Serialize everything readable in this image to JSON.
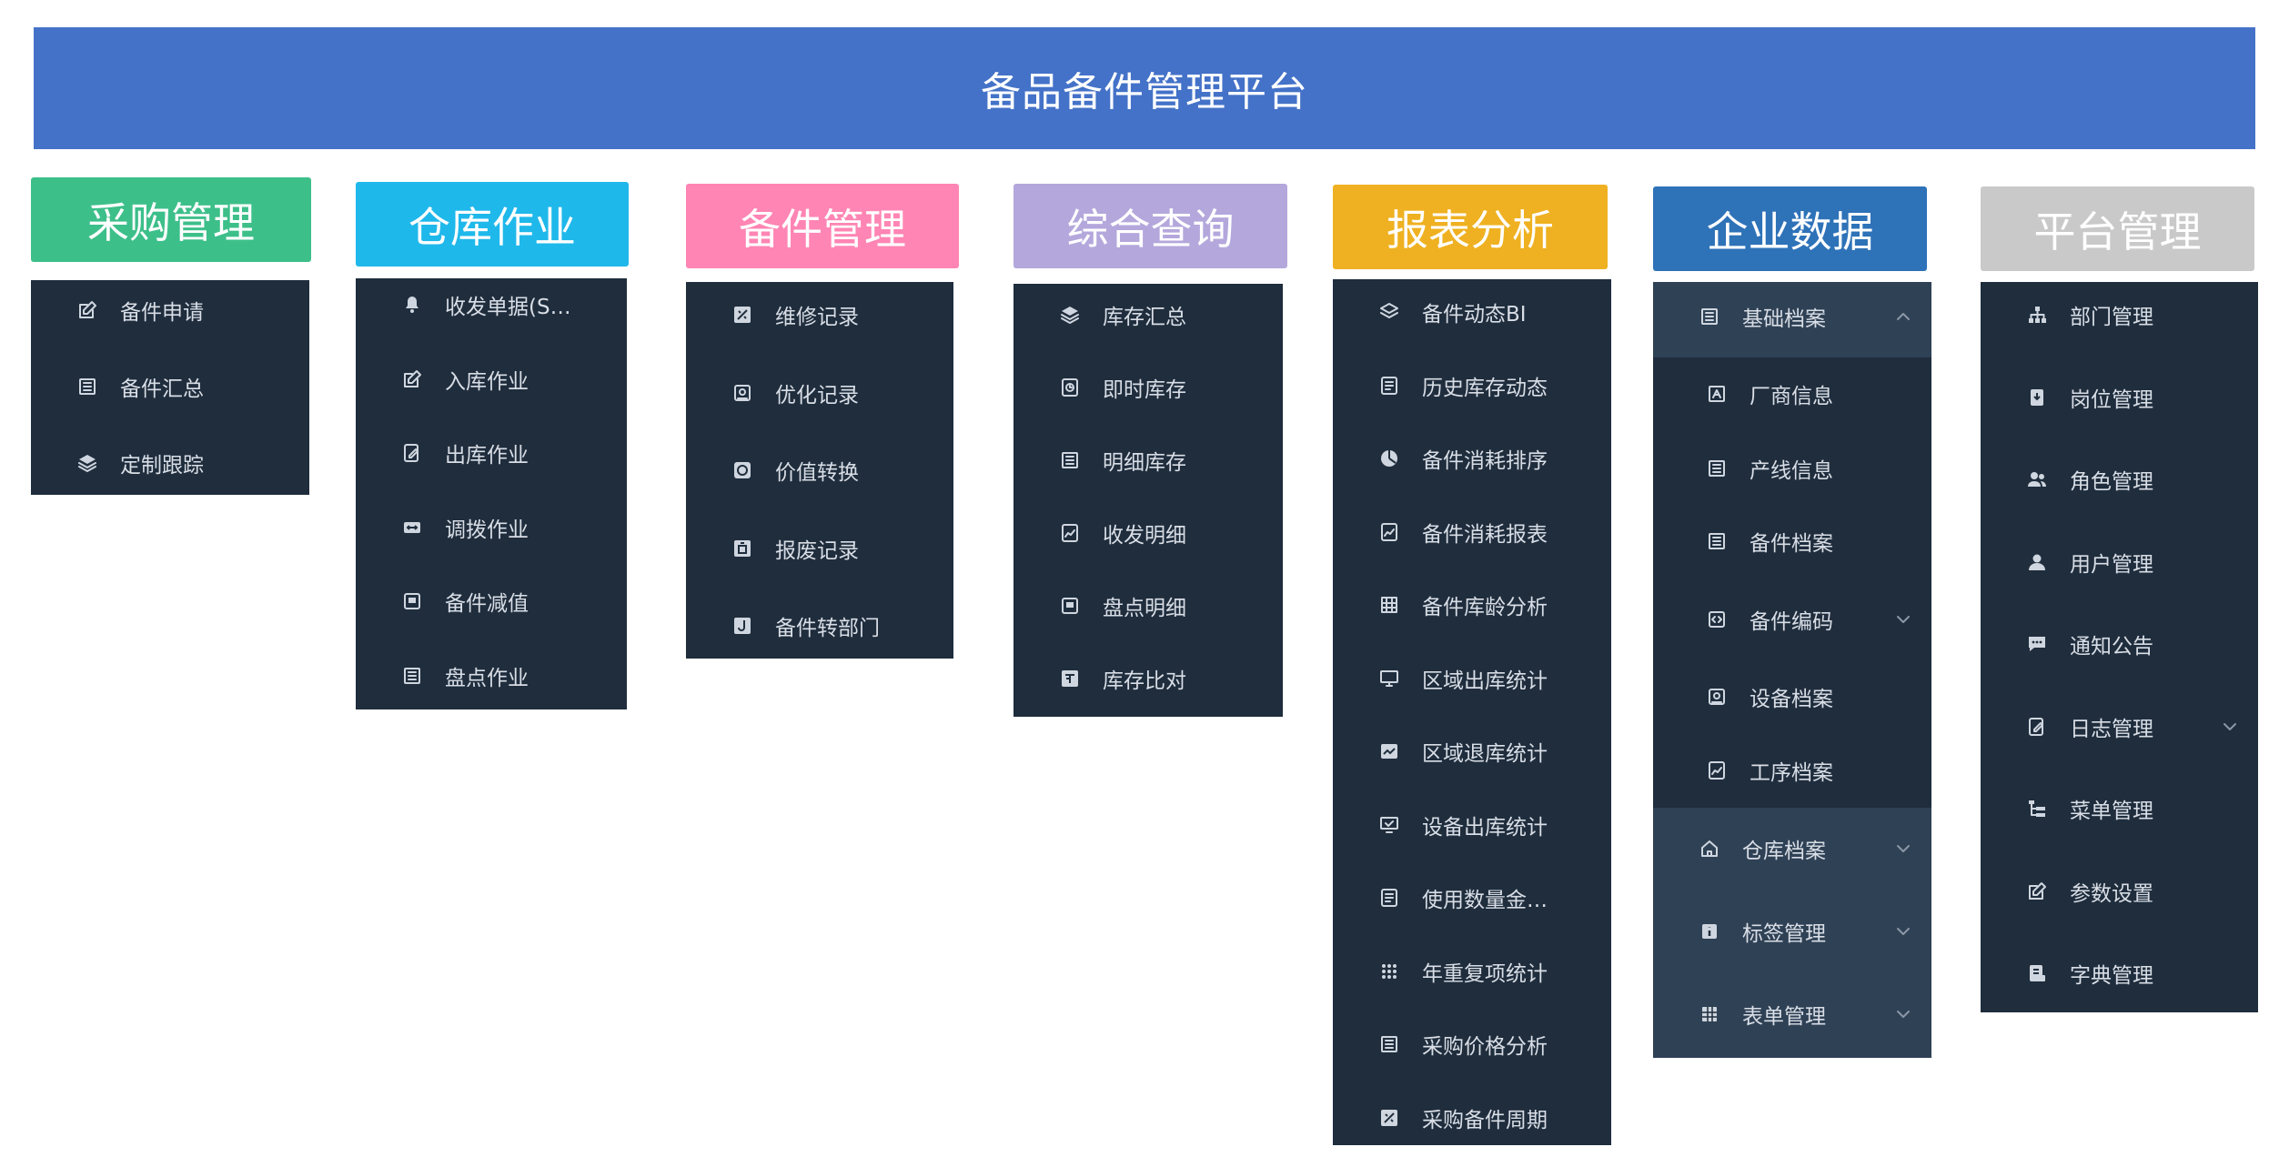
{
  "title": "备品备件管理平台",
  "columns": [
    {
      "header": "采购管理",
      "color": "#3dbf8a",
      "items": [
        {
          "label": "备件申请",
          "icon": "edit-icon"
        },
        {
          "label": "备件汇总",
          "icon": "list-icon"
        },
        {
          "label": "定制跟踪",
          "icon": "layers-icon"
        }
      ]
    },
    {
      "header": "仓库作业",
      "color": "#1fb8eb",
      "items": [
        {
          "label": "收发单据(S…",
          "icon": "bell-icon"
        },
        {
          "label": "入库作业",
          "icon": "edit-icon"
        },
        {
          "label": "出库作业",
          "icon": "edit-doc-icon"
        },
        {
          "label": "调拨作业",
          "icon": "transfer-icon"
        },
        {
          "label": "备件减值",
          "icon": "box-icon"
        },
        {
          "label": "盘点作业",
          "icon": "list-icon"
        }
      ]
    },
    {
      "header": "备件管理",
      "color": "#ff85b4",
      "items": [
        {
          "label": "维修记录",
          "icon": "wrench-icon"
        },
        {
          "label": "优化记录",
          "icon": "image-icon"
        },
        {
          "label": "价值转换",
          "icon": "refresh-icon"
        },
        {
          "label": "报废记录",
          "icon": "trash-icon"
        },
        {
          "label": "备件转部门",
          "icon": "move-icon"
        }
      ]
    },
    {
      "header": "综合查询",
      "color": "#b4a7dc",
      "items": [
        {
          "label": "库存汇总",
          "icon": "layers-icon"
        },
        {
          "label": "即时库存",
          "icon": "clock-doc-icon"
        },
        {
          "label": "明细库存",
          "icon": "list-icon"
        },
        {
          "label": "收发明细",
          "icon": "chart-doc-icon"
        },
        {
          "label": "盘点明细",
          "icon": "box-icon"
        },
        {
          "label": "库存比对",
          "icon": "compare-icon"
        }
      ]
    },
    {
      "header": "报表分析",
      "color": "#efb121",
      "items": [
        {
          "label": "备件动态BI",
          "icon": "layers-outline-icon"
        },
        {
          "label": "历史库存动态",
          "icon": "doc-icon"
        },
        {
          "label": "备件消耗排序",
          "icon": "pie-icon"
        },
        {
          "label": "备件消耗报表",
          "icon": "chart-doc-icon"
        },
        {
          "label": "备件库龄分析",
          "icon": "grid-icon"
        },
        {
          "label": "区域出库统计",
          "icon": "monitor-icon"
        },
        {
          "label": "区域退库统计",
          "icon": "chart-line-icon"
        },
        {
          "label": "设备出库统计",
          "icon": "monitor-check-icon"
        },
        {
          "label": "使用数量金…",
          "icon": "doc-icon"
        },
        {
          "label": "年重复项统计",
          "icon": "dots-grid-icon"
        },
        {
          "label": "采购价格分析",
          "icon": "list-icon"
        },
        {
          "label": "采购备件周期",
          "icon": "wrench-icon"
        }
      ]
    },
    {
      "header": "企业数据",
      "color": "#2e72b8",
      "groups": [
        {
          "label": "基础档案",
          "icon": "list-icon",
          "chevron": "chevron-up-icon",
          "children": [
            {
              "label": "厂商信息",
              "icon": "factory-icon"
            },
            {
              "label": "产线信息",
              "icon": "list-icon"
            },
            {
              "label": "备件档案",
              "icon": "list-icon"
            },
            {
              "label": "备件编码",
              "icon": "code-icon",
              "chevron": "chevron-down-icon"
            },
            {
              "label": "设备档案",
              "icon": "image-icon"
            },
            {
              "label": "工序档案",
              "icon": "chart-doc-icon"
            }
          ]
        },
        {
          "label": "仓库档案",
          "icon": "home-icon",
          "chevron": "chevron-down-icon"
        },
        {
          "label": "标签管理",
          "icon": "info-icon",
          "chevron": "chevron-down-icon"
        },
        {
          "label": "表单管理",
          "icon": "table-icon",
          "chevron": "chevron-down-icon"
        }
      ]
    },
    {
      "header": "平台管理",
      "color": "#c9c9c9",
      "items": [
        {
          "label": "部门管理",
          "icon": "org-icon"
        },
        {
          "label": "岗位管理",
          "icon": "id-badge-icon"
        },
        {
          "label": "角色管理",
          "icon": "users-icon"
        },
        {
          "label": "用户管理",
          "icon": "user-icon"
        },
        {
          "label": "通知公告",
          "icon": "chat-icon"
        },
        {
          "label": "日志管理",
          "icon": "edit-doc-icon",
          "chevron": "chevron-down-icon"
        },
        {
          "label": "菜单管理",
          "icon": "tree-icon"
        },
        {
          "label": "参数设置",
          "icon": "edit-icon"
        },
        {
          "label": "字典管理",
          "icon": "dict-icon"
        }
      ]
    }
  ]
}
